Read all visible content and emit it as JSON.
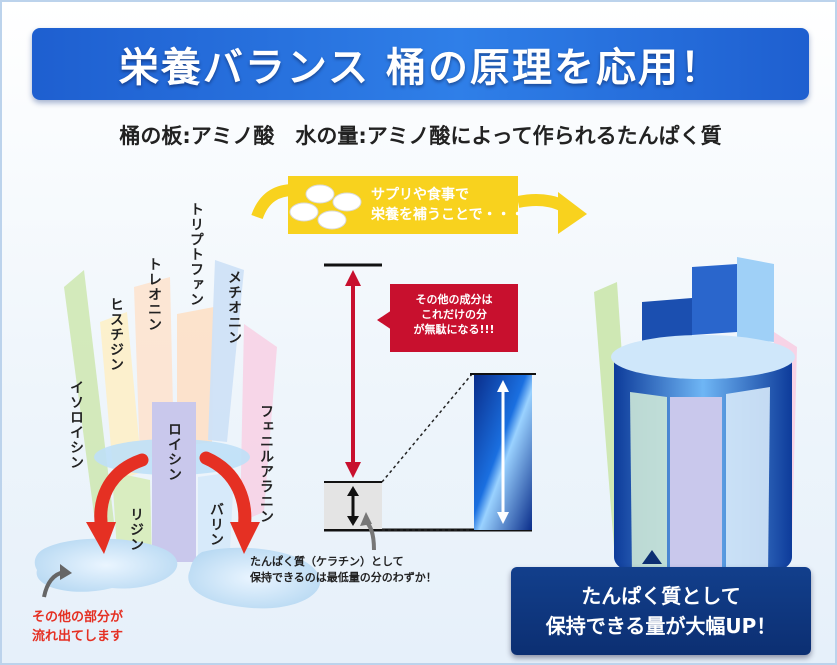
{
  "title": "栄養バランス 桶の原理を応用！",
  "subtitle": "桶の板:アミノ酸　水の量:アミノ酸によって作られるたんぱく質",
  "supplement_note": [
    "サプリや食事で",
    "栄養を補うことで・・・"
  ],
  "waste_note": [
    "その他の成分は",
    "これだけの分",
    "が無駄になる!!!"
  ],
  "minimum_note": [
    "たんぱく質（ケラチン）として",
    "保持できるのは最低量の分のわずか！"
  ],
  "overflow_note": [
    "その他の部分が",
    "流れ出てします"
  ],
  "result_note": [
    "たんぱく質として",
    "保持できる量が大幅UP！"
  ],
  "amino_acids": {
    "isoleucine": "イソロイシン",
    "histidine": "ヒスチジン",
    "threonine": "トレオニン",
    "tryptophan": "トリプトファン",
    "methionine": "メチオニン",
    "phenylalanine": "フェニルアラニン",
    "leucine": "ロイシン",
    "lysine": "リジン",
    "valine": "バリン"
  },
  "colors": {
    "banner": "#2f7fe8",
    "highlight_yellow": "#f8d21e",
    "warning_red": "#c8102e",
    "arrow_red": "#e53023",
    "result_navy": "#0c2f72"
  }
}
